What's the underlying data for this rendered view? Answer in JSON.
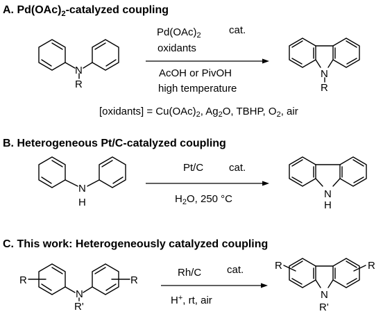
{
  "sections": [
    {
      "heading_main": "A. Pd(OAc)",
      "heading_sub": "2",
      "heading_rest": "-catalyzed coupling",
      "reactant_N": "N",
      "reactant_R": "R",
      "above_line1_main": "Pd(OAc)",
      "above_line1_sub": "2",
      "above_cat": "cat.",
      "above_line2": "oxidants",
      "below_line1": "AcOH or PivOH",
      "below_line2": "high temperature",
      "product_N": "N",
      "product_R": "R",
      "note_prefix": "[oxidants] = Cu(OAc)",
      "note_sub1": "2",
      "note_mid1": ", Ag",
      "note_sub2": "2",
      "note_mid2": "O, TBHP, O",
      "note_sub3": "2",
      "note_end": ", air"
    },
    {
      "heading": "B. Heterogeneous Pt/C-catalyzed coupling",
      "reactant_NH": "N",
      "reactant_H": "H",
      "above_line1": "Pt/C",
      "above_cat": "cat.",
      "below_H": "H",
      "below_sub": "2",
      "below_rest": "O, 250 °C",
      "product_N": "N",
      "product_H": "H"
    },
    {
      "heading": "C. This work: Heterogeneously catalyzed coupling",
      "reactant_N": "N",
      "reactant_R_left": "R",
      "reactant_R_right": "R",
      "reactant_Rprime": "R'",
      "above_line1": "Rh/C",
      "above_cat": "cat.",
      "below_H": "H",
      "below_sup": "+",
      "below_rest": ", rt, air",
      "product_N": "N",
      "product_R_left": "R",
      "product_R_right": "R",
      "product_Rprime": "R'"
    }
  ]
}
